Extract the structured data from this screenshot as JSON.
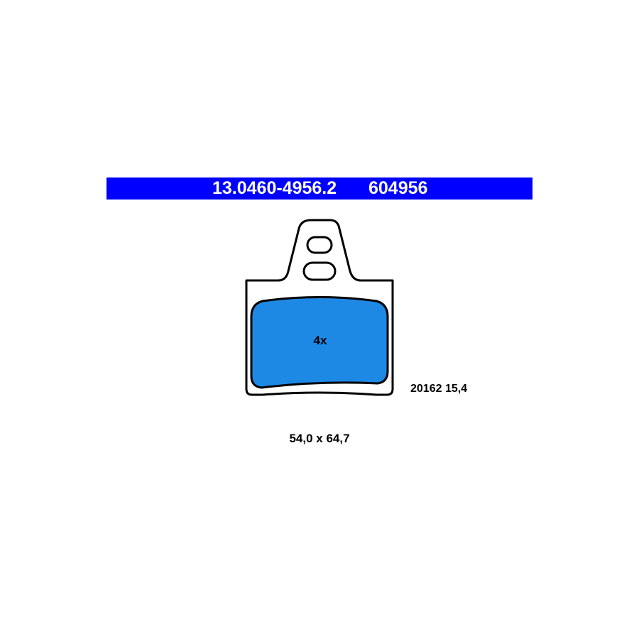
{
  "header": {
    "part_number": "13.0460-4956.2",
    "reference_number": "604956"
  },
  "pad": {
    "quantity": "4x",
    "wva_thickness": "20162 15,4",
    "dimensions": "54,0 x 64,7"
  },
  "colors": {
    "header_bar": "#0000ff",
    "friction_material": "#1e88e5",
    "outline": "#000000"
  }
}
